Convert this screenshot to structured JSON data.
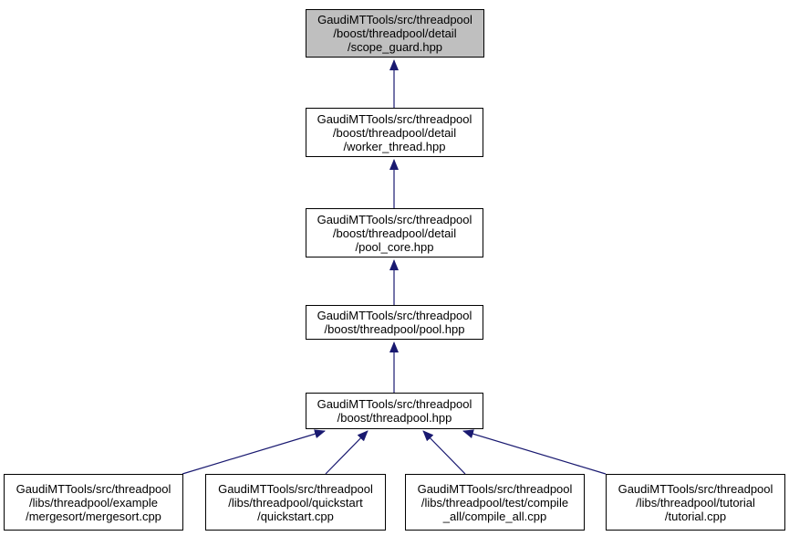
{
  "graph": {
    "type": "include-dependency-graph",
    "colors": {
      "arrow": "#191970",
      "node_border": "#000000",
      "node_fill": "#ffffff",
      "highlight_node_fill": "#bfbfbf",
      "background": "#ffffff",
      "text": "#000000"
    },
    "nodes": {
      "scope_guard": {
        "lines": [
          "GaudiMTTools/src/threadpool",
          "/boost/threadpool/detail",
          "/scope_guard.hpp"
        ],
        "highlighted": true
      },
      "worker_thread": {
        "lines": [
          "GaudiMTTools/src/threadpool",
          "/boost/threadpool/detail",
          "/worker_thread.hpp"
        ],
        "highlighted": false
      },
      "pool_core": {
        "lines": [
          "GaudiMTTools/src/threadpool",
          "/boost/threadpool/detail",
          "/pool_core.hpp"
        ],
        "highlighted": false
      },
      "pool_hpp": {
        "lines": [
          "GaudiMTTools/src/threadpool",
          "/boost/threadpool/pool.hpp"
        ],
        "highlighted": false
      },
      "threadpool_hpp": {
        "lines": [
          "GaudiMTTools/src/threadpool",
          "/boost/threadpool.hpp"
        ],
        "highlighted": false
      },
      "mergesort": {
        "lines": [
          "GaudiMTTools/src/threadpool",
          "/libs/threadpool/example",
          "/mergesort/mergesort.cpp"
        ],
        "highlighted": false
      },
      "quickstart": {
        "lines": [
          "GaudiMTTools/src/threadpool",
          "/libs/threadpool/quickstart",
          "/quickstart.cpp"
        ],
        "highlighted": false
      },
      "compile_all": {
        "lines": [
          "GaudiMTTools/src/threadpool",
          "/libs/threadpool/test/compile",
          "_all/compile_all.cpp"
        ],
        "highlighted": false
      },
      "tutorial": {
        "lines": [
          "GaudiMTTools/src/threadpool",
          "/libs/threadpool/tutorial",
          "/tutorial.cpp"
        ],
        "highlighted": false
      }
    },
    "edges": [
      {
        "from": "worker_thread",
        "to": "scope_guard"
      },
      {
        "from": "pool_core",
        "to": "worker_thread"
      },
      {
        "from": "pool_hpp",
        "to": "pool_core"
      },
      {
        "from": "threadpool_hpp",
        "to": "pool_hpp"
      },
      {
        "from": "mergesort",
        "to": "threadpool_hpp"
      },
      {
        "from": "quickstart",
        "to": "threadpool_hpp"
      },
      {
        "from": "compile_all",
        "to": "threadpool_hpp"
      },
      {
        "from": "tutorial",
        "to": "threadpool_hpp"
      }
    ]
  }
}
